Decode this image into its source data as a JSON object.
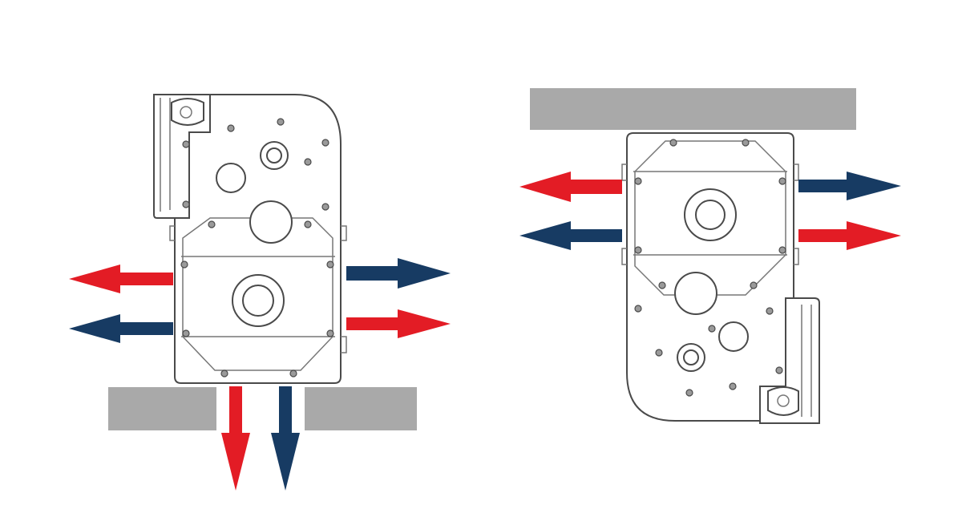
{
  "colors": {
    "background": "#ffffff",
    "outline": "#4a4a4a",
    "detail": "#777777",
    "mounting_surface": "#a9a9a9",
    "arrow_red": "#e31c25",
    "arrow_blue": "#173b63"
  },
  "diagram": {
    "left_configuration": {
      "mounting": "floor",
      "left_arrows": [
        "red",
        "blue"
      ],
      "right_arrows": [
        "blue",
        "red"
      ],
      "down_arrows": [
        "red",
        "blue"
      ]
    },
    "right_configuration": {
      "mounting": "ceiling",
      "left_arrows": [
        "red",
        "blue"
      ],
      "right_arrows": [
        "blue",
        "red"
      ]
    }
  }
}
